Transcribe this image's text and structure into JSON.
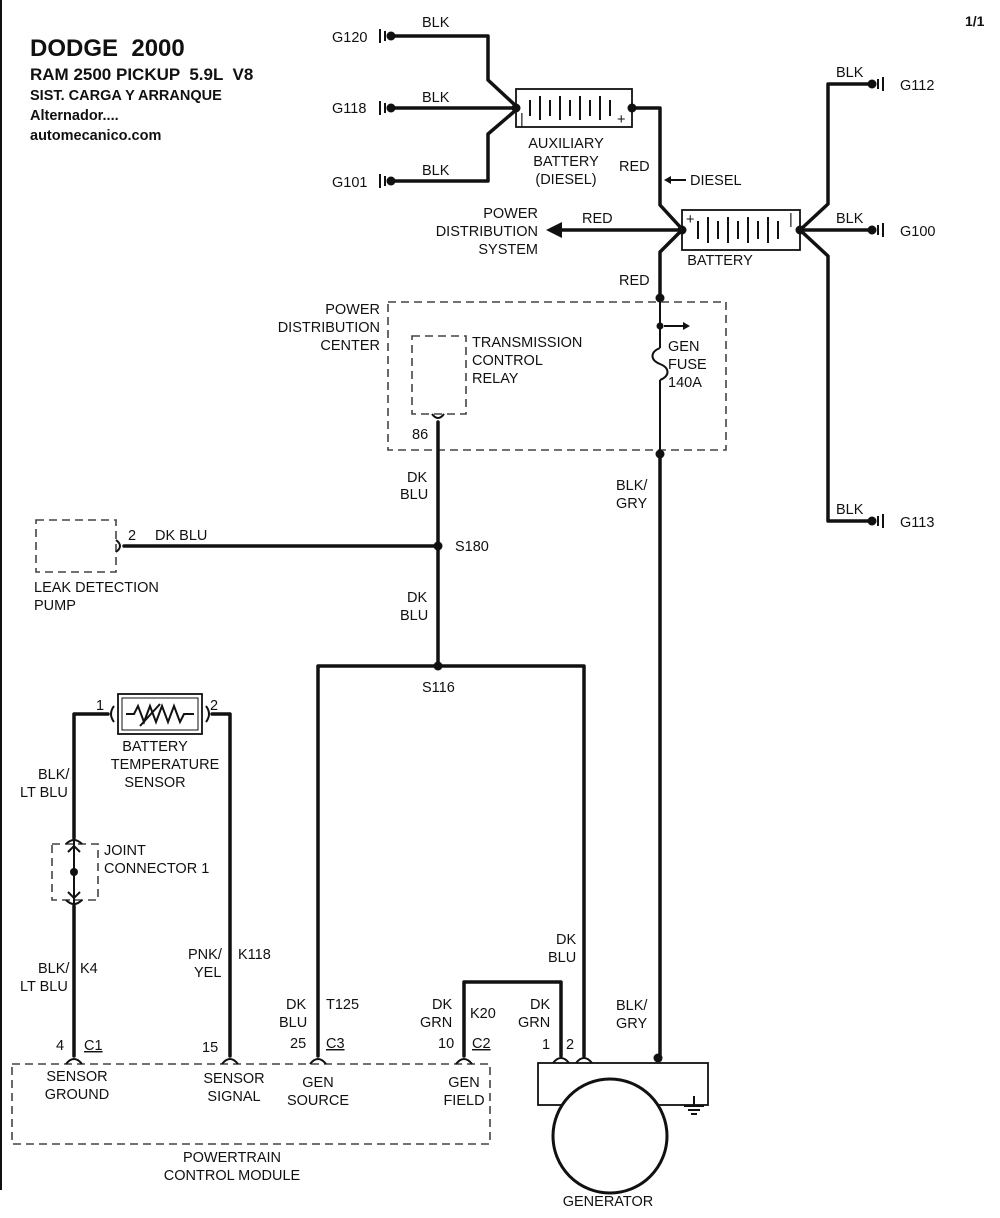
{
  "header": {
    "make_year": "DODGE  2000",
    "model": "RAM 2500 PICKUP  5.9L  V8",
    "system": "SIST. CARGA Y ARRANQUE",
    "component": "Alternador....",
    "site": "automecanico.com"
  },
  "page_number": "1/1",
  "grounds": {
    "g120": "G120",
    "g118": "G118",
    "g101": "G101",
    "g112": "G112",
    "g100": "G100",
    "g113": "G113"
  },
  "wires": {
    "blk": "BLK",
    "red": "RED",
    "blk_gry_1": "BLK/",
    "blk_gry_2": "GRY",
    "dk": "DK",
    "blu": "BLU",
    "grn": "GRN",
    "blk_ltblu_1": "BLK/",
    "blk_ltblu_2": "LT BLU",
    "pnk_yel_1": "PNK/",
    "pnk_yel_2": "YEL",
    "dk_blu": "DK BLU",
    "diesel_arrow": "DIESEL"
  },
  "circuits": {
    "k4": "K4",
    "k118": "K118",
    "t125": "T125",
    "k20": "K20"
  },
  "components": {
    "aux_battery": [
      "AUXILIARY",
      "BATTERY",
      "(DIESEL)"
    ],
    "battery": "BATTERY",
    "power_dist_system": [
      "POWER",
      "DISTRIBUTION",
      "SYSTEM"
    ],
    "power_dist_center": [
      "POWER",
      "DISTRIBUTION",
      "CENTER"
    ],
    "tcr": [
      "TRANSMISSION",
      "CONTROL",
      "RELAY"
    ],
    "gen_fuse": [
      "GEN",
      "FUSE",
      "140A"
    ],
    "leak_pump": [
      "LEAK DETECTION",
      "PUMP"
    ],
    "bts": [
      "BATTERY",
      "TEMPERATURE",
      "SENSOR"
    ],
    "joint_connector": [
      "JOINT",
      "CONNECTOR 1"
    ],
    "pcm": [
      "POWERTRAIN",
      "CONTROL MODULE"
    ],
    "generator": "GENERATOR"
  },
  "splices": {
    "s180": "S180",
    "s116": "S116"
  },
  "pins": {
    "tcr_86": "86",
    "leak_2": "2",
    "bts_1": "1",
    "bts_2": "2",
    "pcm_4": "4",
    "pcm_15": "15",
    "pcm_25": "25",
    "pcm_10": "10",
    "gen_1": "1",
    "gen_2": "2"
  },
  "connectors": {
    "c1": "C1",
    "c2": "C2",
    "c3": "C3"
  },
  "pcm_pins": {
    "sensor_ground": [
      "SENSOR",
      "GROUND"
    ],
    "sensor_signal": [
      "SENSOR",
      "SIGNAL"
    ],
    "gen_source": [
      "GEN",
      "SOURCE"
    ],
    "gen_field": [
      "GEN",
      "FIELD"
    ]
  }
}
